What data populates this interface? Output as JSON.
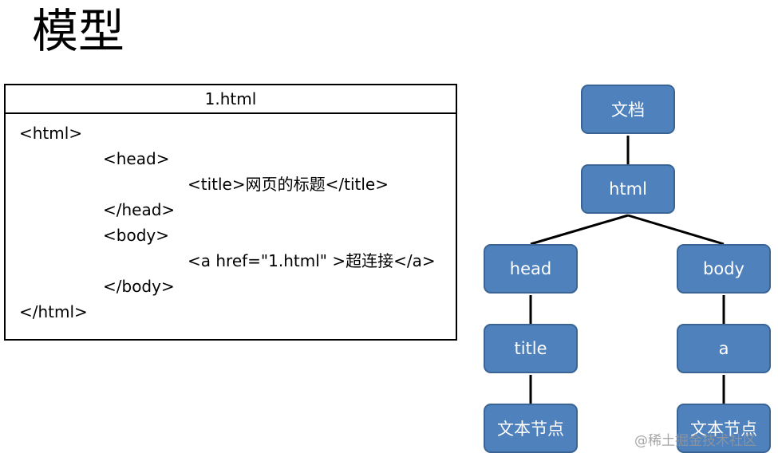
{
  "slide": {
    "title": "模型"
  },
  "code_panel": {
    "filename": "1.html",
    "lines": [
      "<html>",
      "<head>",
      "<title>网页的标题</title>",
      "</head>",
      "<body>",
      "<a href=\"1.html\" >超连接</a>",
      "</body>",
      "</html>"
    ]
  },
  "tree": {
    "nodes": {
      "document": "文档",
      "html": "html",
      "head": "head",
      "body": "body",
      "title": "title",
      "a": "a",
      "text_left": "文本节点",
      "text_right": "文本节点"
    },
    "node_color": "#4f81bd",
    "node_border_color": "#3a6494",
    "node_text_color": "#ffffff"
  },
  "watermark": {
    "text": "@稀土掘金技术社区"
  }
}
